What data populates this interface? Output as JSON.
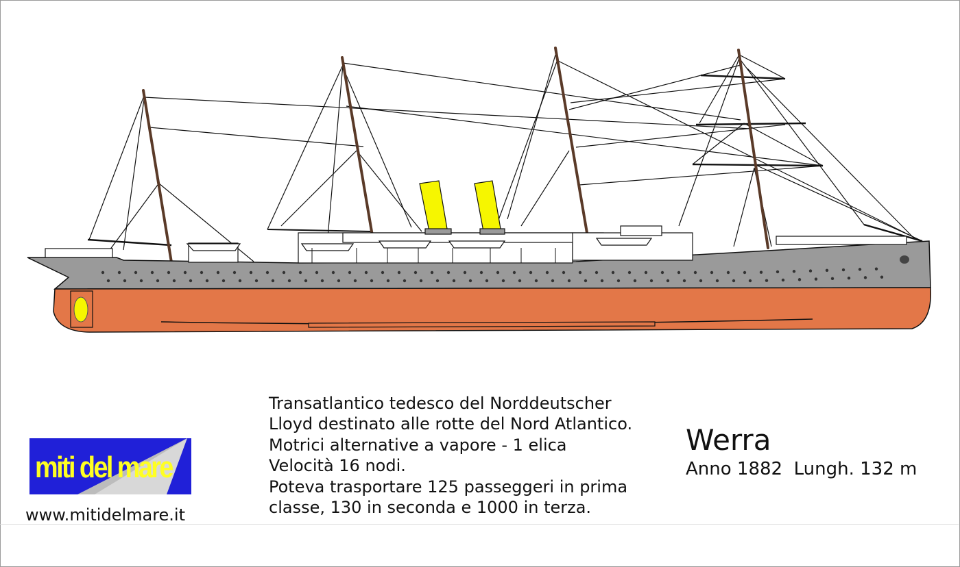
{
  "colors": {
    "hull_upper": "#9a9a9a",
    "hull_lower": "#e37748",
    "funnel": "#f6f600",
    "superstructure": "#ffffff",
    "mast": "#5a3a28",
    "logo_bg": "#2020d8",
    "logo_text": "#ffff22"
  },
  "ship": {
    "name": "Werra",
    "specs": "Anno 1882  Lungh. 132 m"
  },
  "description": [
    "Transatlantico tedesco del Norddeutscher",
    "Lloyd destinato alle rotte del Nord Atlantico.",
    "Motrici alternative a vapore - 1 elica",
    "Velocità 16 nodi.",
    "Poteva trasportare 125 passeggeri in prima",
    "classe, 130 in seconda e 1000 in terza."
  ],
  "logo": {
    "text": "miti del mare",
    "url": "www.mitidelmare.it"
  }
}
